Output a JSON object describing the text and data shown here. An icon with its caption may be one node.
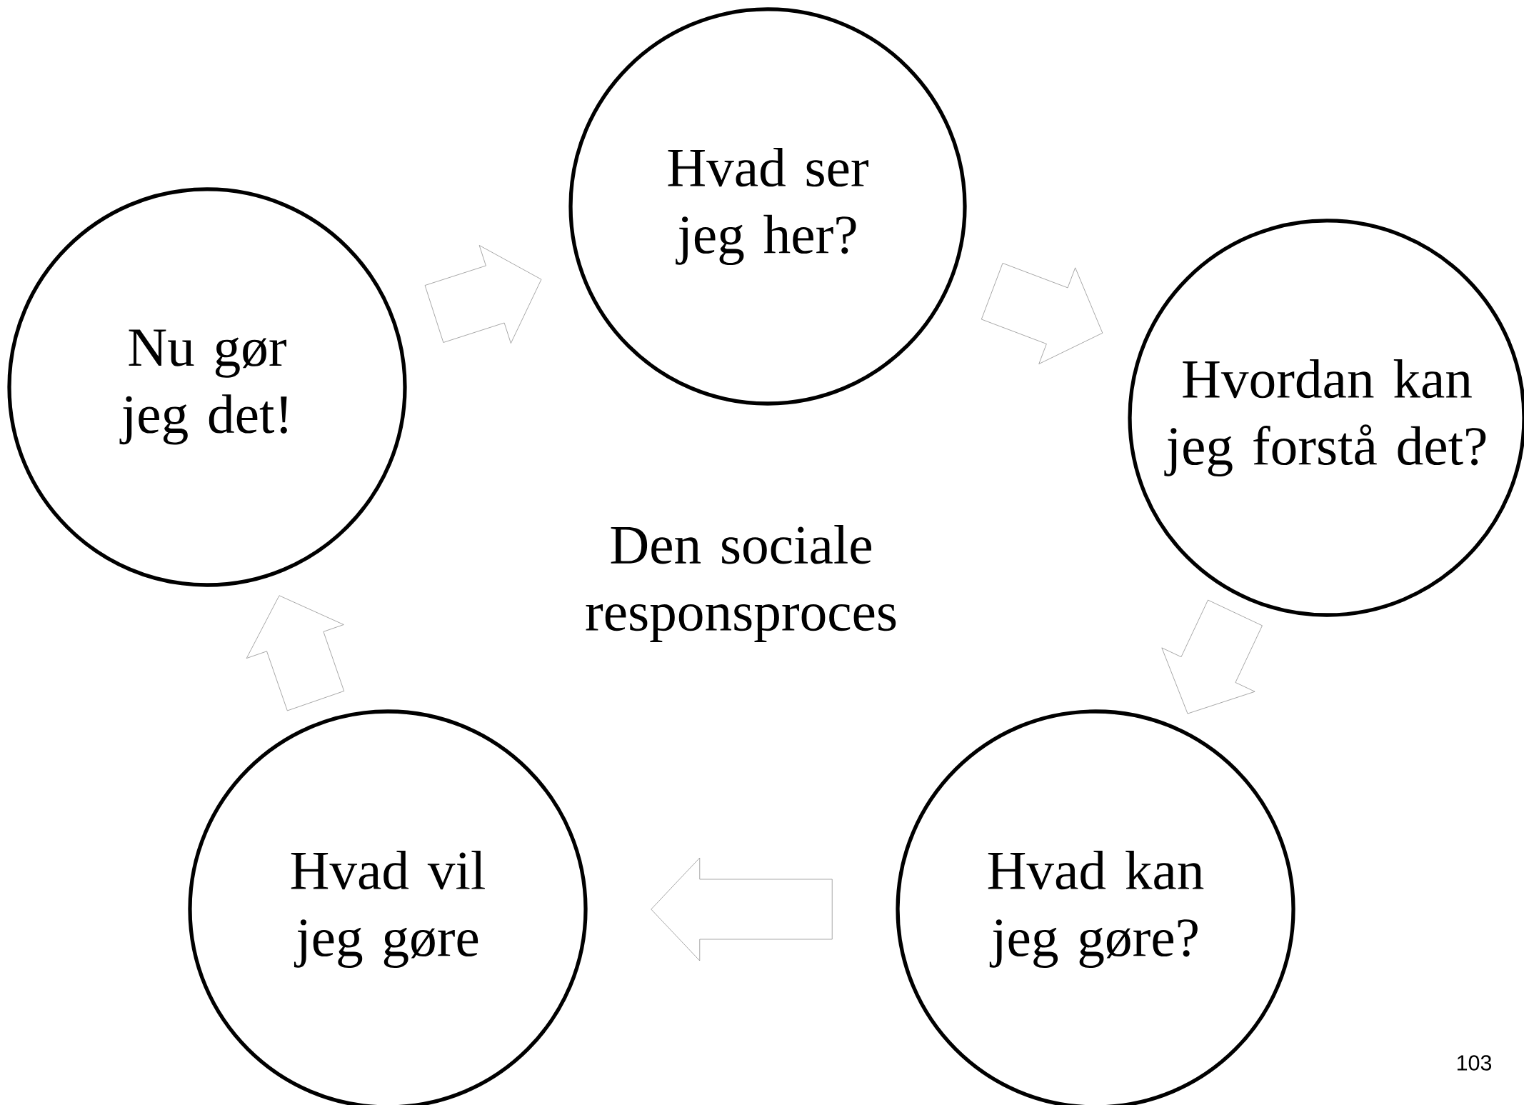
{
  "diagram": {
    "nodes": [
      {
        "text": [
          "Hvad ser jeg her?"
        ]
      },
      {
        "text": [
          "Hvordan kan jeg forstå det?"
        ]
      },
      {
        "text": [
          "Hvad kan jeg gøre?"
        ]
      },
      {
        "text": [
          "Hvad vil jeg gøre"
        ]
      },
      {
        "text": [
          "Nu gør jeg det!"
        ]
      }
    ],
    "edges": [
      {
        "from": 4,
        "to": 0,
        "arrow": "to"
      },
      {
        "from": 0,
        "to": 1,
        "arrow": "to"
      },
      {
        "from": 1,
        "to": 2,
        "arrow": "to"
      },
      {
        "from": 2,
        "to": 3,
        "arrow": "to"
      },
      {
        "from": 3,
        "to": 4,
        "arrow": "to"
      }
    ],
    "labels": [
      "Den sociale responsproces",
      "103"
    ]
  }
}
